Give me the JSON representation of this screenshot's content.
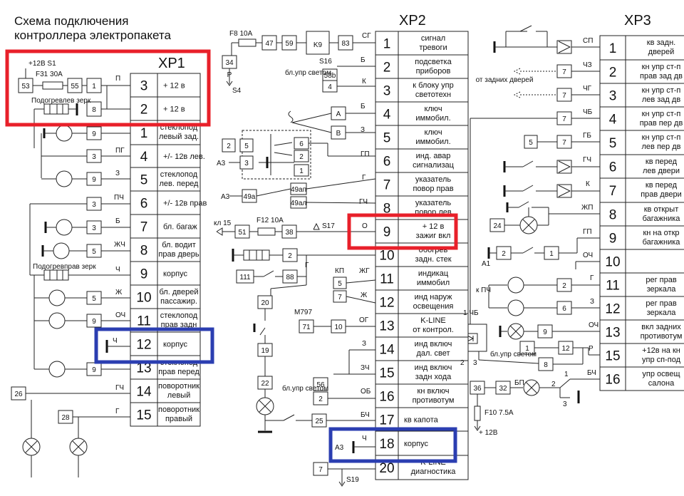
{
  "title_line1": "Схема подключения",
  "title_line2": "контроллера электропакета",
  "connectors": {
    "xp1": {
      "name": "XP1",
      "pins": [
        {
          "num": "3",
          "desc": [
            "+ 12 в"
          ]
        },
        {
          "num": "2",
          "desc": [
            "+ 12 в"
          ]
        },
        {
          "num": "1",
          "desc": [
            "стеклопод",
            "левый зад."
          ]
        },
        {
          "num": "4",
          "desc": [
            "+/- 12в лев."
          ]
        },
        {
          "num": "5",
          "desc": [
            "стеклопод",
            "лев. перед"
          ]
        },
        {
          "num": "6",
          "desc": [
            "+/- 12в прав"
          ]
        },
        {
          "num": "7",
          "desc": [
            "бл. багаж"
          ]
        },
        {
          "num": "8",
          "desc": [
            "бл. водит",
            "прав дверь"
          ]
        },
        {
          "num": "9",
          "desc": [
            "корпус"
          ]
        },
        {
          "num": "10",
          "desc": [
            "бл. дверей",
            "пассажир."
          ]
        },
        {
          "num": "11",
          "desc": [
            "стеклопод",
            "прав задн"
          ]
        },
        {
          "num": "12",
          "desc": [
            "корпус"
          ]
        },
        {
          "num": "13",
          "desc": [
            "стеклопод",
            "прав перед"
          ]
        },
        {
          "num": "14",
          "desc": [
            "поворотник",
            "левый"
          ]
        },
        {
          "num": "15",
          "desc": [
            "поворотник",
            "правый"
          ]
        }
      ]
    },
    "xp2": {
      "name": "XP2",
      "pins": [
        {
          "num": "1",
          "desc": [
            "сигнал",
            "тревоги"
          ]
        },
        {
          "num": "2",
          "desc": [
            "подсветка",
            "приборов"
          ]
        },
        {
          "num": "3",
          "desc": [
            "к блоку упр",
            "светотехн"
          ]
        },
        {
          "num": "4",
          "desc": [
            "ключ",
            "иммобил."
          ]
        },
        {
          "num": "5",
          "desc": [
            "ключ",
            "иммобил."
          ]
        },
        {
          "num": "6",
          "desc": [
            "инд. авар",
            "сигнализац"
          ]
        },
        {
          "num": "7",
          "desc": [
            "указатель",
            "повор прав"
          ]
        },
        {
          "num": "8",
          "desc": [
            "указатель",
            "повор лев"
          ]
        },
        {
          "num": "9",
          "desc": [
            "+ 12 в",
            "зажиг вкл"
          ]
        },
        {
          "num": "10",
          "desc": [
            "обогрев",
            "задн. стек"
          ]
        },
        {
          "num": "11",
          "desc": [
            "индикац",
            "иммобил"
          ]
        },
        {
          "num": "12",
          "desc": [
            "инд наруж",
            "освещения"
          ]
        },
        {
          "num": "13",
          "desc": [
            "K-LINE",
            "от контрол."
          ]
        },
        {
          "num": "14",
          "desc": [
            "инд включ",
            "дал. свет"
          ]
        },
        {
          "num": "15",
          "desc": [
            "инд включ",
            "задн хода"
          ]
        },
        {
          "num": "16",
          "desc": [
            "кн включ",
            "противотум"
          ]
        },
        {
          "num": "17",
          "desc": [
            "кв капота"
          ]
        },
        {
          "num": "18",
          "desc": [
            "корпус"
          ]
        },
        {
          "num": "20",
          "desc": [
            "K-LINE",
            "диагностика"
          ]
        }
      ]
    },
    "xp3": {
      "name": "XP3",
      "pins": [
        {
          "num": "1",
          "desc": [
            "кв задн.",
            "дверей"
          ]
        },
        {
          "num": "2",
          "desc": [
            "кн упр ст-п",
            "прав зад дв"
          ]
        },
        {
          "num": "3",
          "desc": [
            "кн упр ст-п",
            "лев зад дв"
          ]
        },
        {
          "num": "4",
          "desc": [
            "кн упр ст-п",
            "прав пер дв"
          ]
        },
        {
          "num": "5",
          "desc": [
            "кн упр ст-п",
            "лев пер дв"
          ]
        },
        {
          "num": "6",
          "desc": [
            "кв перед",
            "лев двери"
          ]
        },
        {
          "num": "7",
          "desc": [
            "кв перед",
            "прав двери"
          ]
        },
        {
          "num": "8",
          "desc": [
            "кв открыт",
            "багажника"
          ]
        },
        {
          "num": "9",
          "desc": [
            "кн на откр",
            "багажника"
          ]
        },
        {
          "num": "10",
          "desc": [
            ""
          ]
        },
        {
          "num": "11",
          "desc": [
            "рег прав",
            "зеркала"
          ]
        },
        {
          "num": "12",
          "desc": [
            "рег прав",
            "зеркала"
          ]
        },
        {
          "num": "13",
          "desc": [
            "вкл задних",
            "противотум"
          ]
        },
        {
          "num": "15",
          "desc": [
            "+12в на кн",
            "упр сп-под"
          ]
        },
        {
          "num": "16",
          "desc": [
            "упр освещ",
            "салона"
          ]
        }
      ]
    }
  },
  "labels": {
    "xp1_wires": [
      "П",
      "ПГ",
      "З",
      "ПЧ",
      "Б",
      "ЖЧ",
      "Ч",
      "Ж",
      "ОЧ",
      "Ч",
      "ГЧ",
      "Г"
    ],
    "xp1_misc": [
      "+12В S1",
      "F31 30A",
      "53",
      "55",
      "1",
      "8",
      "Подогревлев зерк",
      "Подогревправ зерк",
      "26",
      "28"
    ],
    "xp1_wire_boxes": [
      "9",
      "3",
      "9",
      "3",
      "3",
      "5",
      "5",
      "9",
      "9"
    ],
    "xp2_wires": [
      "СГ",
      "Б",
      "К",
      "Б",
      "З",
      "ГП",
      "Г",
      "ГЧ",
      "О",
      "КП",
      "ЖГ",
      "Ж",
      "ОГ",
      "З",
      "ЗЧ",
      "ОБ",
      "БЧ",
      "Ч"
    ],
    "xp2_misc": [
      "F8 10A",
      "47",
      "59",
      "K9",
      "83",
      "34",
      "P",
      "S4",
      "S16",
      "58b",
      "4",
      "бл.упр светом",
      "A",
      "B",
      "2",
      "5",
      "6",
      "2",
      "1",
      "3",
      "A3",
      "A3",
      "49a",
      "49aп",
      "49aл",
      "кл 15",
      "51",
      "F12 10A",
      "38",
      "S17",
      "2",
      "111",
      "88",
      "Г",
      "5",
      "7",
      "M797",
      "71",
      "10",
      "20",
      "19",
      "22",
      "56",
      "2",
      "бл.упр светом",
      "25",
      "A3",
      "7",
      "S19"
    ],
    "xp3_wires": [
      "СП",
      "ЧЗ",
      "ЧГ",
      "ЧБ",
      "ГБ",
      "ГЧ",
      "К",
      "ЖП",
      "ГП",
      "ОЧ",
      "Г",
      "З",
      "ОЧ",
      "Р",
      "БЧ"
    ],
    "xp3_misc": [
      "от задних дверей",
      "7",
      "7",
      "7",
      "5",
      "7",
      "24",
      "A1",
      "2",
      "1",
      "к ПЧ",
      "2",
      "6",
      "9",
      "1",
      "12",
      "8",
      "1 ЧБ",
      "2",
      "3",
      "бл.упр светом",
      "36",
      "32",
      "БП",
      "2",
      "1",
      "3",
      "F10 7.5A",
      "+ 12В"
    ]
  },
  "highlights": {
    "red": "#e8202a",
    "blue": "#2b3eb1"
  }
}
